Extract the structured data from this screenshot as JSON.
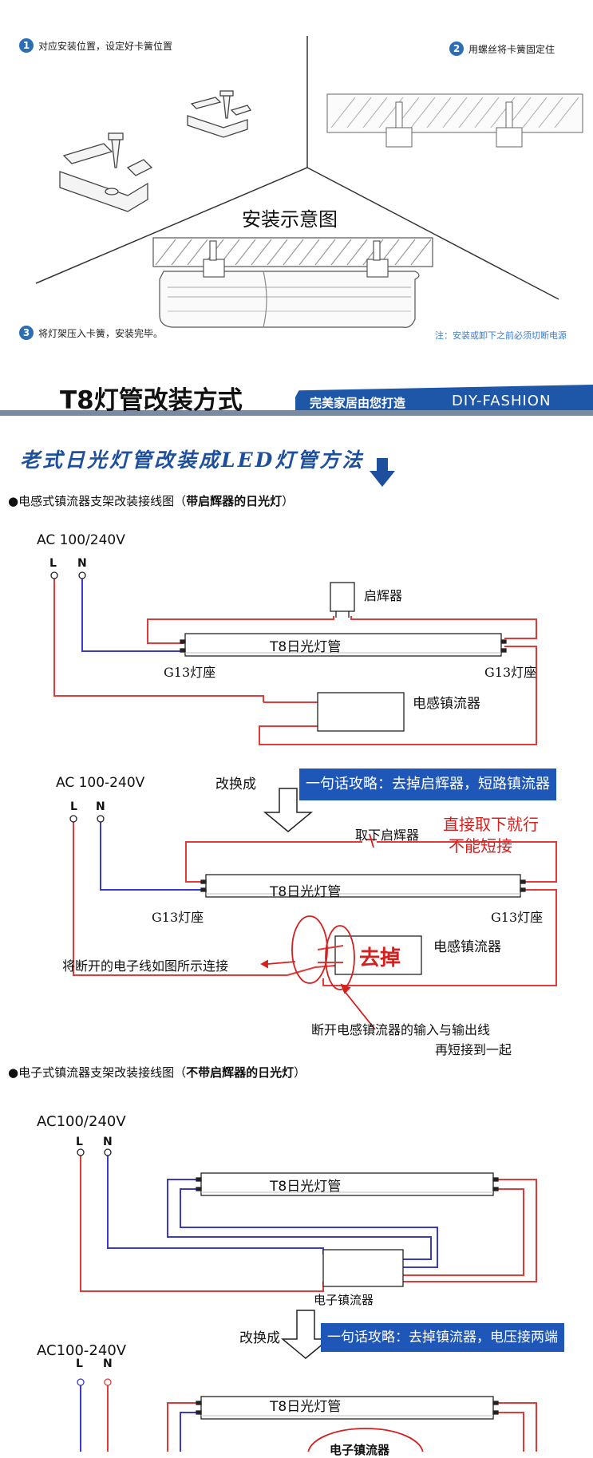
{
  "install": {
    "step1": {
      "num": "1",
      "text": "对应安装位置，设定好卡簧位置"
    },
    "step2": {
      "num": "2",
      "text": "用螺丝将卡簧固定住"
    },
    "step3": {
      "num": "3",
      "text": "将灯架压入卡簧，安装完毕。"
    },
    "title": "安装示意图",
    "note": "注：安装或卸下之前必须切断电源"
  },
  "banner": {
    "title": "T8灯管改装方式",
    "slogan": "完美家居由您打造",
    "brand": "DIY-FASHION"
  },
  "method": {
    "heading": "老式日光灯管改装成LED灯管方法"
  },
  "section1": {
    "bullet": "●",
    "title_plain": "电感式镇流器支架改装接线图（",
    "title_bold": "带启辉器的日光灯",
    "title_end": "）",
    "before": {
      "ac": "AC 100/240V",
      "L": "L",
      "N": "N",
      "starter": "启辉器",
      "tube": "T8日光灯管",
      "g13_left": "G13灯座",
      "g13_right": "G13灯座",
      "ballast": "电感镇流器"
    },
    "after": {
      "ac": "AC 100-240V",
      "L": "L",
      "N": "N",
      "change": "改换成",
      "tip": "一句话攻略：去掉启辉器，短路镇流器",
      "remove_starter": "取下启辉器",
      "direct_remove_1": "直接取下就行",
      "direct_remove_2": "不能短接",
      "tube": "T8日光灯管",
      "g13_left": "G13灯座",
      "g13_right": "G13灯座",
      "reconnect": "将断开的电子线如图所示连接",
      "remove": "去掉",
      "ballast": "电感镇流器",
      "cut_note_1": "断开电感镇流器的输入与输出线",
      "cut_note_2": "再短接到一起"
    }
  },
  "section2": {
    "bullet": "●",
    "title_plain": "电子式镇流器支架改装接线图（",
    "title_bold": "不带启辉器的日光灯",
    "title_end": "）",
    "before": {
      "ac": "AC100/240V",
      "L": "L",
      "N": "N",
      "tube": "T8日光灯管",
      "ballast": "电子镇流器"
    },
    "after": {
      "ac": "AC100-240V",
      "L": "L",
      "N": "N",
      "change": "改换成",
      "tip": "一句话攻略：去掉镇流器，电压接两端",
      "tube": "T8日光灯管",
      "ballast_partial": "电子镇流器"
    }
  },
  "colors": {
    "wire_red": "#e03a3a",
    "wire_blue": "#3a3ad0",
    "accent_blue": "#1f57b8",
    "banner_dark": "#1c3e6e"
  }
}
